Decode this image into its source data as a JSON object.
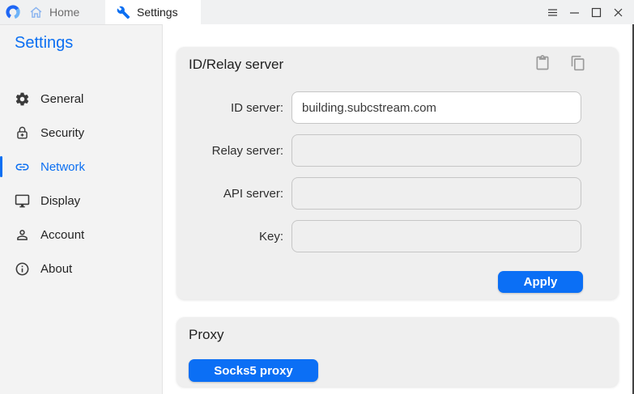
{
  "titlebar": {
    "tabs": [
      {
        "label": "Home",
        "icon": "home-icon",
        "active": false
      },
      {
        "label": "Settings",
        "icon": "wrench-icon",
        "active": true
      }
    ],
    "window_controls": [
      {
        "name": "menu",
        "icon": "hamburger-icon"
      },
      {
        "name": "minimize",
        "icon": "minimize-icon"
      },
      {
        "name": "maximize",
        "icon": "maximize-icon"
      },
      {
        "name": "close",
        "icon": "close-icon"
      }
    ]
  },
  "sidebar": {
    "title": "Settings",
    "items": [
      {
        "label": "General",
        "icon": "gear-icon",
        "active": false
      },
      {
        "label": "Security",
        "icon": "lock-icon",
        "active": false
      },
      {
        "label": "Network",
        "icon": "link-icon",
        "active": true
      },
      {
        "label": "Display",
        "icon": "monitor-icon",
        "active": false
      },
      {
        "label": "Account",
        "icon": "person-icon",
        "active": false
      },
      {
        "label": "About",
        "icon": "info-icon",
        "active": false
      }
    ]
  },
  "id_relay_card": {
    "title": "ID/Relay server",
    "header_icons": [
      "paste-icon",
      "copy-icon"
    ],
    "fields": [
      {
        "label": "ID server:",
        "value": "building.subcstream.com"
      },
      {
        "label": "Relay server:",
        "value": ""
      },
      {
        "label": "API server:",
        "value": ""
      },
      {
        "label": "Key:",
        "value": ""
      }
    ],
    "apply_label": "Apply"
  },
  "proxy_card": {
    "title": "Proxy",
    "socks5_button_label": "Socks5 proxy"
  },
  "colors": {
    "accent_blue": "#0b6ff5",
    "active_item_blue": "#0b6ff2",
    "home_icon_blue": "#8ab4f0",
    "card_bg": "#efefef",
    "sidebar_bg": "#f3f3f3",
    "tabbar_bg": "#f0f1f2",
    "window_edge": "#424242"
  }
}
